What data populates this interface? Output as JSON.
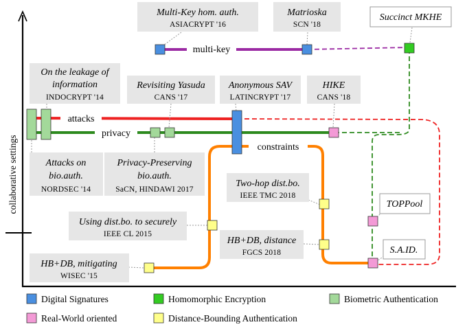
{
  "axis": {
    "y_label": "collaborative settings"
  },
  "colors": {
    "digital_signatures": "#4a8fe0",
    "homomorphic": "#33cc22",
    "biometric": "#a3d99a",
    "real_world": "#f39ad6",
    "distance_bounding": "#ffff8a",
    "multikey_line": "#9b2aa3",
    "attacks_line": "#ee2222",
    "privacy_line": "#2d8a1e",
    "constraints_line": "#ff8000",
    "box_fill": "#e6e6e6"
  },
  "lines": {
    "multikey": "multi-key",
    "attacks": "attacks",
    "privacy": "privacy",
    "constraints": "constraints"
  },
  "papers": {
    "multikey_hom": {
      "title": "Multi-Key hom. auth.",
      "venue": "ASIACRYPT '16"
    },
    "matrioska": {
      "title": "Matrioska",
      "venue": "SCN '18"
    },
    "succinct": {
      "title": "Succinct MKHE"
    },
    "leakage": {
      "title1": "On the leakage of",
      "title2": "information",
      "venue": "INDOCRYPT '14"
    },
    "yasuda": {
      "title": "Revisiting Yasuda",
      "venue": "CANS '17"
    },
    "anon_sav": {
      "title": "Anonymous SAV",
      "venue": "LATINCRYPT '17"
    },
    "hike": {
      "title": "HIKE",
      "venue": "CANS '18"
    },
    "attacks_bio": {
      "title1": "Attacks on",
      "title2": "bio.auth.",
      "venue": "NORDSEC '14"
    },
    "privacy_bio": {
      "title1": "Privacy-Preserving",
      "title2": "bio.auth.",
      "venue": "SaCN, HINDAWI 2017"
    },
    "twohop": {
      "title": "Two-hop dist.bo.",
      "venue": "IEEE TMC 2018"
    },
    "using_dist": {
      "title": "Using dist.bo. to securely",
      "venue": "IEEE CL 2015"
    },
    "hbdb_distance": {
      "title": "HB+DB, distance",
      "venue": "FGCS 2018"
    },
    "hbdb_mitigating": {
      "title": "HB+DB, mitigating",
      "venue": "WISEC '15"
    },
    "toppool": {
      "title": "TOPPool"
    },
    "said": {
      "title": "S.A.ID."
    }
  },
  "legend": {
    "digital_signatures": "Digital Signatures",
    "homomorphic": "Homomorphic Encryption",
    "biometric": "Biometric Authentication",
    "real_world": "Real-World oriented",
    "distance_bounding": "Distance-Bounding Authentication"
  }
}
